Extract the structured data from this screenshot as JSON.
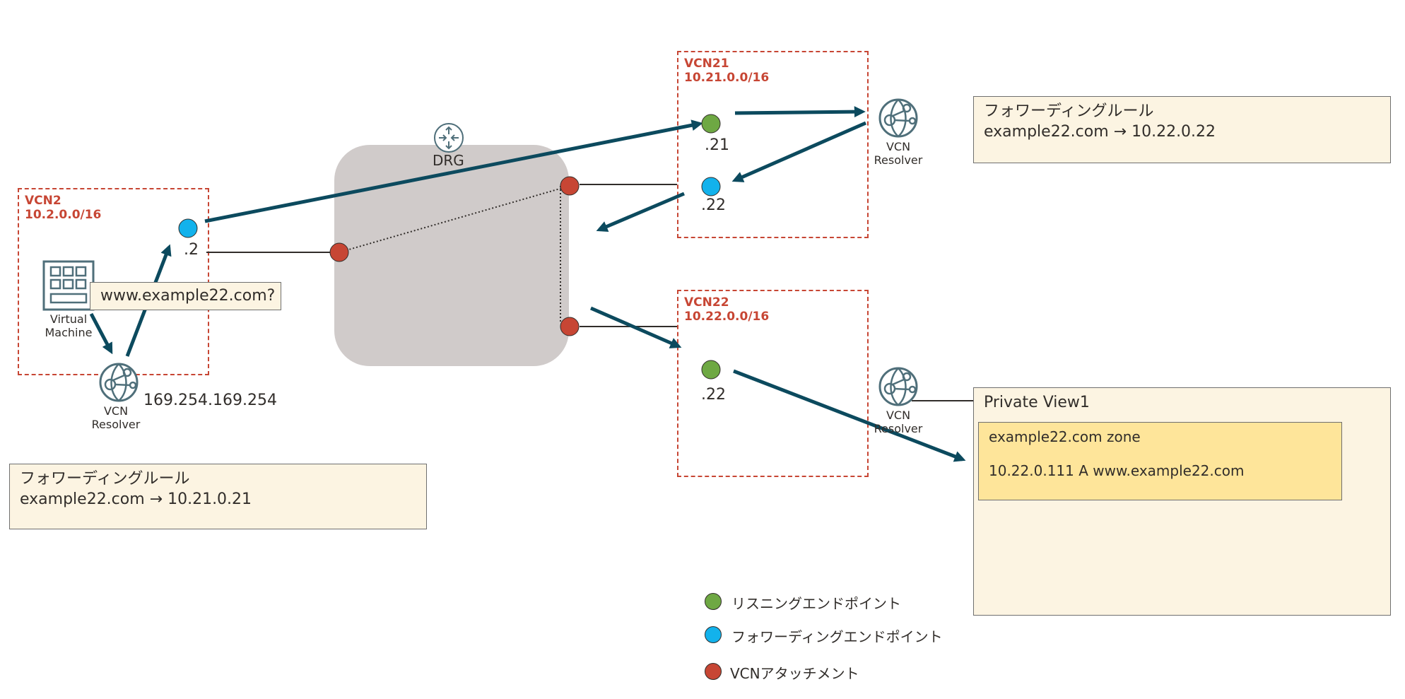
{
  "vcn2": {
    "name": "VCN2",
    "cidr": "10.2.0.0/16"
  },
  "vcn21": {
    "name": "VCN21",
    "cidr": "10.21.0.0/16"
  },
  "vcn22": {
    "name": "VCN22",
    "cidr": "10.22.0.0/16"
  },
  "drg": {
    "label": "DRG"
  },
  "vm": {
    "label": "Virtual\nMachine"
  },
  "resolver_label": "VCN\nResolver",
  "resolver_ip": "169.254.169.254",
  "query": "www.example22.com?",
  "endpoints": {
    "vcn2_fwd": ".2",
    "vcn21_listen": ".21",
    "vcn21_fwd": ".22",
    "vcn22_listen": ".22"
  },
  "rule_vcn2": {
    "title": "フォワーディングルール",
    "rule": "example22.com → 10.21.0.21"
  },
  "rule_vcn21": {
    "title": "フォワーディングルール",
    "rule": "example22.com → 10.22.0.22"
  },
  "private_view": {
    "title": "Private View1",
    "zone_name": "example22.com zone",
    "record": "10.22.0.111 A www.example22.com"
  },
  "legend": [
    {
      "label": "リスニングエンドポイント",
      "color": "#6ea843"
    },
    {
      "label": "フォワーディングエンドポイント",
      "color": "#12b2ec"
    },
    {
      "label": "VCNアタッチメント",
      "color": "#c74634"
    }
  ],
  "colors": {
    "accent": "#c74634",
    "arrow": "#0c4a5e",
    "listen": "#6ea843",
    "forward": "#12b2ec",
    "attach": "#c74634"
  }
}
